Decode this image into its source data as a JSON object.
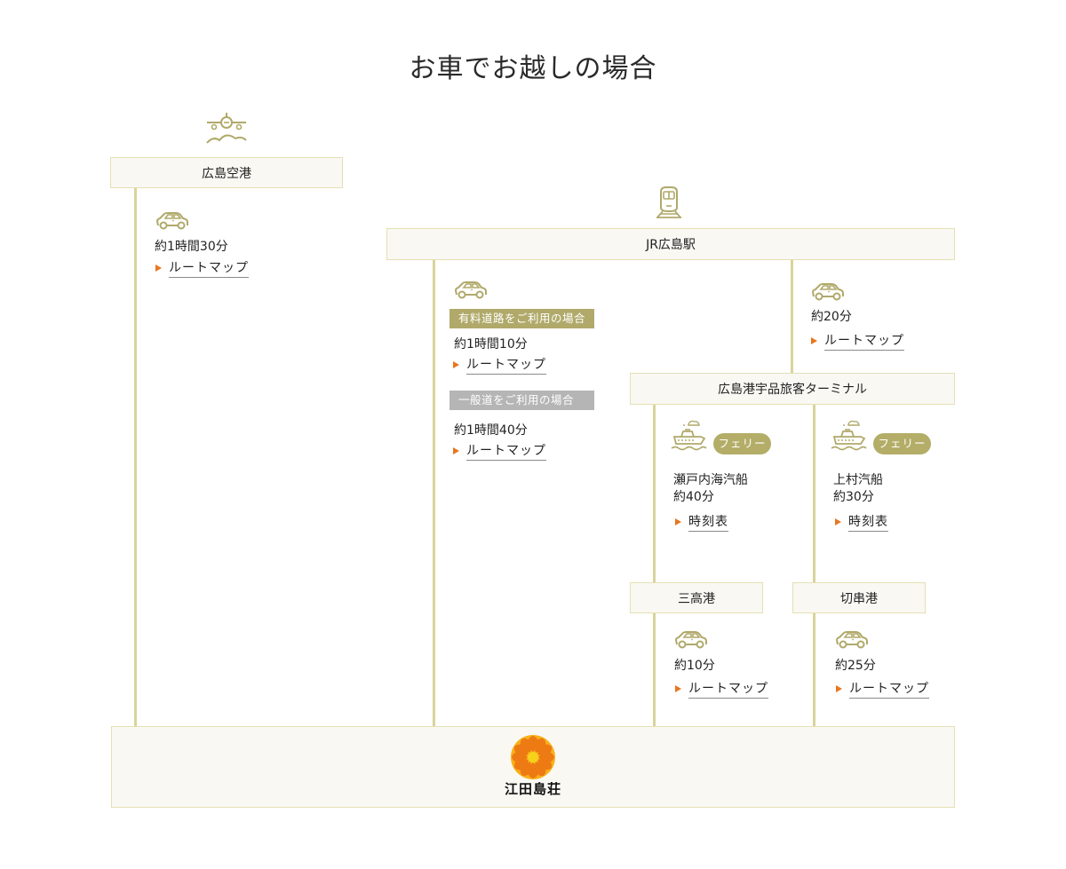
{
  "page": {
    "title": "お車でお越しの場合"
  },
  "colors": {
    "line": "#d8d49a",
    "box_bg": "#faf8f3",
    "box_border": "#e4e0b4",
    "icon": "#b0a96a",
    "arrow": "#e8761e",
    "toll_badge": "#b0a96a",
    "general_badge": "#b5b5b5",
    "ferry_pill": "#b3ad68"
  },
  "airport": {
    "label": "広島空港",
    "icon": "airplane-icon",
    "route": {
      "icon": "car-icon",
      "time": "約1時間30分",
      "link": "ルートマップ"
    }
  },
  "station": {
    "label": "JR広島駅",
    "icon": "train-icon",
    "toll_route": {
      "icon": "car-icon",
      "badge": "有料道路をご利用の場合",
      "time": "約1時間10分",
      "link": "ルートマップ"
    },
    "general_route": {
      "badge": "一般道をご利用の場合",
      "time": "約1時間40分",
      "link": "ルートマップ"
    },
    "to_terminal": {
      "icon": "car-icon",
      "time": "約20分",
      "link": "ルートマップ"
    }
  },
  "terminal": {
    "label": "広島港宇品旅客ターミナル",
    "ferries": [
      {
        "icon": "ferry-icon",
        "pill": "フェリー",
        "company": "瀬戸内海汽船",
        "time": "約40分",
        "link": "時刻表"
      },
      {
        "icon": "ferry-icon",
        "pill": "フェリー",
        "company": "上村汽船",
        "time": "約30分",
        "link": "時刻表"
      }
    ]
  },
  "ports": [
    {
      "label": "三高港",
      "icon": "car-icon",
      "time": "約10分",
      "link": "ルートマップ"
    },
    {
      "label": "切串港",
      "icon": "car-icon",
      "time": "約25分",
      "link": "ルートマップ"
    }
  ],
  "destination": {
    "logo": "江田島荘",
    "icon": "chrysanthemum-logo-icon"
  }
}
